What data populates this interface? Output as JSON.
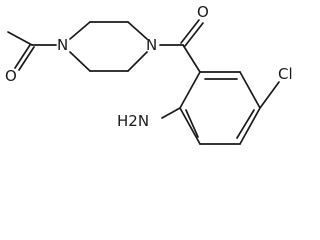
{
  "molecule": {
    "atoms": {
      "acetyl_oxygen": "O",
      "piperazine_n1": "N",
      "piperazine_n4": "N",
      "carbonyl_oxygen": "O",
      "amine": "H2N",
      "chloro": "Cl"
    }
  }
}
